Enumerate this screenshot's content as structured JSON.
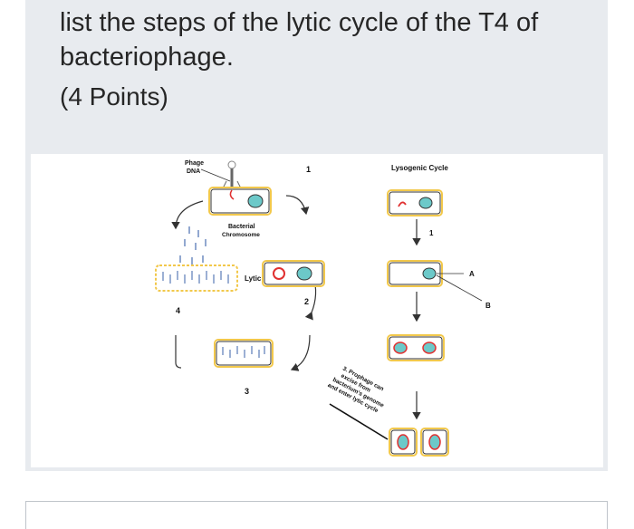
{
  "question": {
    "title": "list the steps of the lytic cycle of the T4 of bacteriophage.",
    "points": "(4 Points)"
  },
  "diagram": {
    "phage_dna": [
      "Phage",
      "DNA"
    ],
    "bacterial_chromosome": [
      "Bacterial",
      "Chromosome"
    ],
    "lytic_cycle": "Lytic Cycle",
    "lysogenic_cycle": "Lysogenic Cycle",
    "step_numbers": {
      "lytic_1": "1",
      "lytic_2": "2",
      "lytic_3": "3",
      "lytic_4": "4",
      "lysogenic_1": "1"
    },
    "marker_a": "A",
    "marker_b": "B",
    "prophage_note": [
      "3. Prophage can",
      "excise from",
      "bacterium's genome",
      "and enter lytic cycle"
    ]
  },
  "colors": {
    "card_background": "#e8ebef",
    "cell_outline": "#f2c84b",
    "chromosome": "#6cc9c9",
    "dna_red": "#e03030"
  }
}
